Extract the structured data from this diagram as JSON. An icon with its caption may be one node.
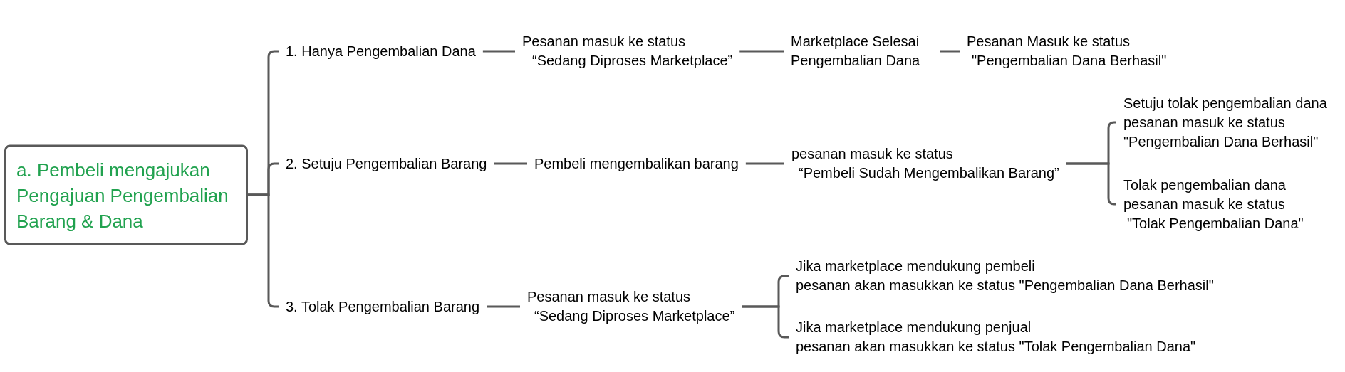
{
  "diagram": {
    "nodes": [
      {
        "text": [
          "a. Pembeli mengajukan Pengajuan Pengembalian Barang & Dana"
        ]
      },
      {
        "text": [
          "1. Hanya Pengembalian Dana"
        ]
      },
      {
        "text": [
          "2. Setuju Pengembalian Barang"
        ]
      },
      {
        "text": [
          "3. Tolak Pengembalian Barang"
        ]
      },
      {
        "text": [
          "Pesanan masuk ke status",
          "“Sedang Diproses Marketplace”"
        ]
      },
      {
        "text": [
          "Marketplace Selesai Pengembalian Dana"
        ]
      },
      {
        "text": [
          "Pesanan Masuk ke status",
          "\"Pengembalian Dana Berhasil\""
        ]
      },
      {
        "text": [
          "Pembeli mengembalikan barang"
        ]
      },
      {
        "text": [
          "pesanan masuk ke status",
          "“Pembeli Sudah Mengembalikan Barang”"
        ]
      },
      {
        "text": [
          "Setuju tolak pengembalian dana",
          "pesanan masuk ke status",
          "\"Pengembalian Dana Berhasil\""
        ]
      },
      {
        "text": [
          "Tolak pengembalian dana",
          "pesanan masuk ke status",
          "\"Tolak Pengembalian Dana\""
        ]
      },
      {
        "text": [
          "Pesanan masuk ke status",
          "“Sedang Diproses Marketplace”"
        ]
      },
      {
        "text": [
          "Jika marketplace mendukung pembeli",
          "pesanan akan masukkan ke status \"Pengembalian Dana Berhasil\""
        ]
      },
      {
        "text": [
          "Jika marketplace mendukung penjual",
          "pesanan akan masukkan ke status \"Tolak Pengembalian Dana\""
        ]
      }
    ],
    "edges": [
      {
        "from": 0,
        "to": 1,
        "arrow": "none"
      },
      {
        "from": 0,
        "to": 2,
        "arrow": "none"
      },
      {
        "from": 0,
        "to": 3,
        "arrow": "none"
      },
      {
        "from": 1,
        "to": 4,
        "arrow": "none"
      },
      {
        "from": 4,
        "to": 5,
        "arrow": "none"
      },
      {
        "from": 5,
        "to": 6,
        "arrow": "none"
      },
      {
        "from": 2,
        "to": 7,
        "arrow": "none"
      },
      {
        "from": 7,
        "to": 8,
        "arrow": "none"
      },
      {
        "from": 8,
        "to": 9,
        "arrow": "none"
      },
      {
        "from": 8,
        "to": 10,
        "arrow": "none"
      },
      {
        "from": 3,
        "to": 11,
        "arrow": "none"
      },
      {
        "from": 11,
        "to": 12,
        "arrow": "none"
      },
      {
        "from": 11,
        "to": 13,
        "arrow": "none"
      }
    ]
  }
}
